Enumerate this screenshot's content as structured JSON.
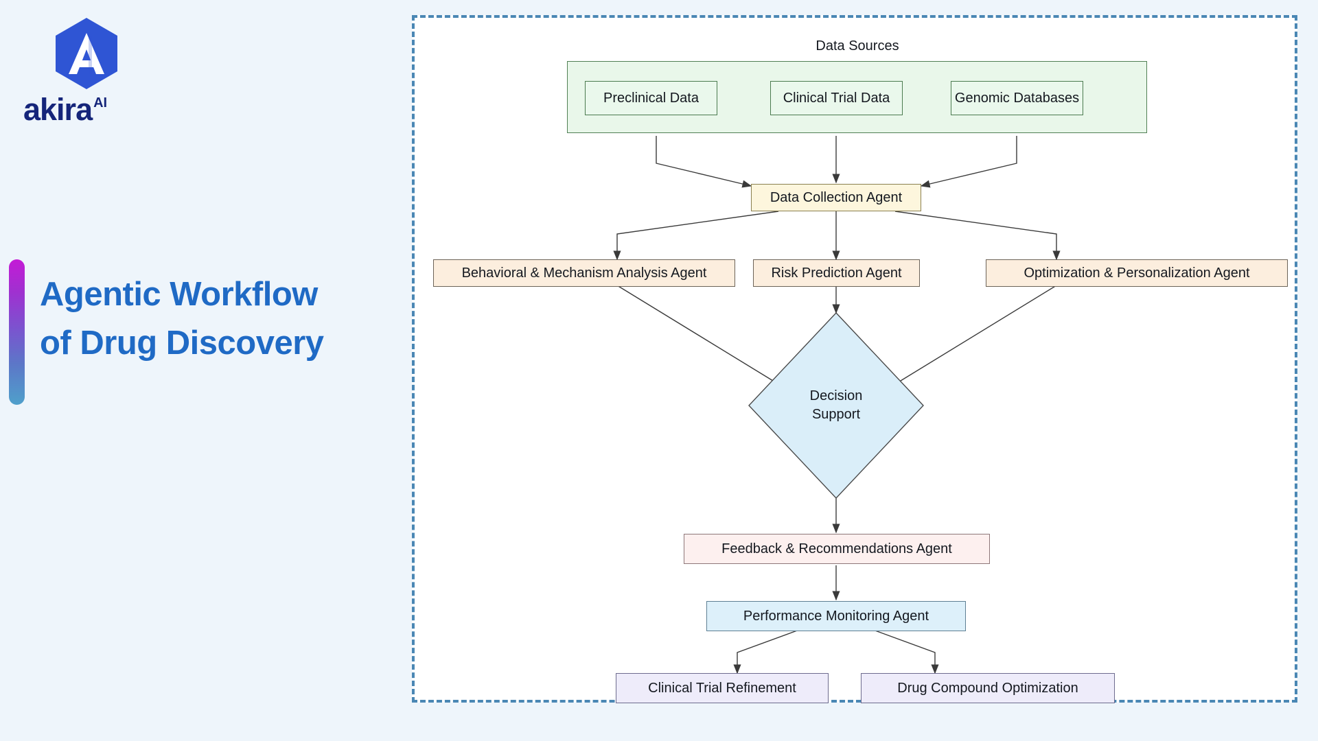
{
  "brand": {
    "logo_icon": "akira-hexagon-a-logo",
    "wordmark": "akira",
    "wordmark_superscript": "AI",
    "logo_color": "#2f55d4",
    "wordmark_color": "#15257a"
  },
  "title": {
    "line1": "Agentic Workflow",
    "line2": "of Drug Discovery",
    "color": "#1f6ac5",
    "accent_gradient_from": "#c41bd6",
    "accent_gradient_to": "#4fa0cb"
  },
  "diagram": {
    "panel_border_color": "#4a87b4",
    "group_label": "Data Sources",
    "group_fill": "#e9f7ea",
    "nodes": {
      "preclinical_data": "Preclinical Data",
      "clinical_trial_data": "Clinical Trial Data",
      "genomic_databases": "Genomic Databases",
      "data_collection_agent": "Data Collection Agent",
      "behavioral_agent": "Behavioral & Mechanism Analysis Agent",
      "risk_prediction_agent": "Risk Prediction Agent",
      "optimization_agent": "Optimization & Personalization Agent",
      "decision_support_line1": "Decision",
      "decision_support_line2": "Support",
      "feedback_agent": "Feedback & Recommendations Agent",
      "performance_agent": "Performance Monitoring Agent",
      "clinical_trial_refinement": "Clinical Trial Refinement",
      "drug_compound_optimization": "Drug Compound Optimization"
    }
  }
}
